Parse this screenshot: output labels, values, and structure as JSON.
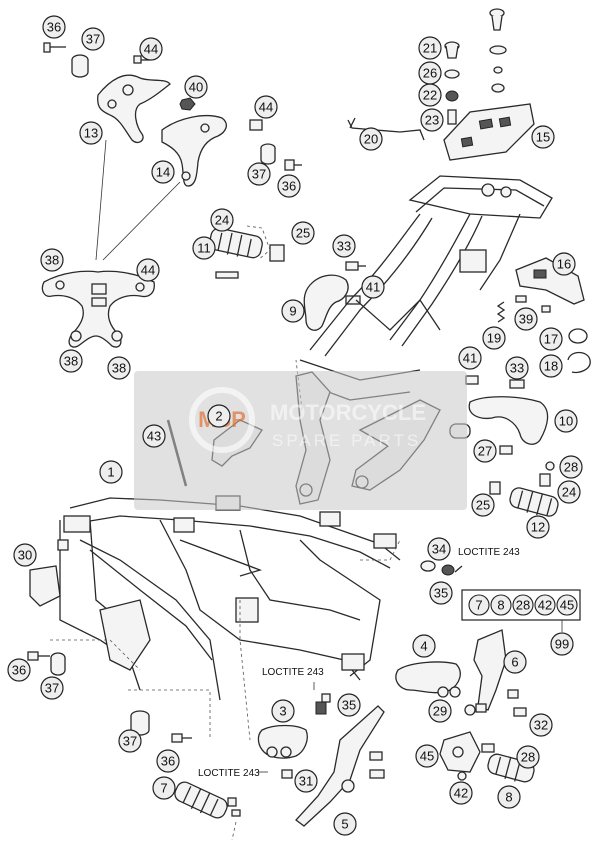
{
  "callouts": [
    {
      "id": "c36a",
      "label": "36"
    },
    {
      "id": "c37a",
      "label": "37"
    },
    {
      "id": "c44a",
      "label": "44"
    },
    {
      "id": "c40",
      "label": "40"
    },
    {
      "id": "c13",
      "label": "13"
    },
    {
      "id": "c44b",
      "label": "44"
    },
    {
      "id": "c14",
      "label": "14"
    },
    {
      "id": "c37b",
      "label": "37"
    },
    {
      "id": "c36b",
      "label": "36"
    },
    {
      "id": "c38a",
      "label": "38"
    },
    {
      "id": "c44c",
      "label": "44"
    },
    {
      "id": "c38b",
      "label": "38"
    },
    {
      "id": "c38c",
      "label": "38"
    },
    {
      "id": "c24a",
      "label": "24"
    },
    {
      "id": "c11",
      "label": "11"
    },
    {
      "id": "c25a",
      "label": "25"
    },
    {
      "id": "c33a",
      "label": "33"
    },
    {
      "id": "c41a",
      "label": "41"
    },
    {
      "id": "c9",
      "label": "9"
    },
    {
      "id": "c20",
      "label": "20"
    },
    {
      "id": "c21",
      "label": "21"
    },
    {
      "id": "c26",
      "label": "26"
    },
    {
      "id": "c22",
      "label": "22"
    },
    {
      "id": "c23",
      "label": "23"
    },
    {
      "id": "c15",
      "label": "15"
    },
    {
      "id": "c16",
      "label": "16"
    },
    {
      "id": "c39",
      "label": "39"
    },
    {
      "id": "c19",
      "label": "19"
    },
    {
      "id": "c17",
      "label": "17"
    },
    {
      "id": "c18",
      "label": "18"
    },
    {
      "id": "c41b",
      "label": "41"
    },
    {
      "id": "c33b",
      "label": "33"
    },
    {
      "id": "c10",
      "label": "10"
    },
    {
      "id": "c2",
      "label": "2"
    },
    {
      "id": "c43",
      "label": "43"
    },
    {
      "id": "c27",
      "label": "27"
    },
    {
      "id": "c28a",
      "label": "28"
    },
    {
      "id": "c24b",
      "label": "24"
    },
    {
      "id": "c25b",
      "label": "25"
    },
    {
      "id": "c12",
      "label": "12"
    },
    {
      "id": "c1",
      "label": "1"
    },
    {
      "id": "c30",
      "label": "30"
    },
    {
      "id": "c34",
      "label": "34"
    },
    {
      "id": "c35a",
      "label": "35"
    },
    {
      "id": "c36c",
      "label": "36"
    },
    {
      "id": "c37c",
      "label": "37"
    },
    {
      "id": "c4",
      "label": "4"
    },
    {
      "id": "c6",
      "label": "6"
    },
    {
      "id": "c29",
      "label": "29"
    },
    {
      "id": "c32",
      "label": "32"
    },
    {
      "id": "c3",
      "label": "3"
    },
    {
      "id": "c35b",
      "label": "35"
    },
    {
      "id": "c37d",
      "label": "37"
    },
    {
      "id": "c36d",
      "label": "36"
    },
    {
      "id": "c31",
      "label": "31"
    },
    {
      "id": "c45",
      "label": "45"
    },
    {
      "id": "c28b",
      "label": "28"
    },
    {
      "id": "c7",
      "label": "7"
    },
    {
      "id": "c42",
      "label": "42"
    },
    {
      "id": "c8",
      "label": "8"
    },
    {
      "id": "c5",
      "label": "5"
    },
    {
      "id": "c99",
      "label": "99"
    }
  ],
  "notes": {
    "loctite_1": "LOCTITE 243",
    "loctite_2": "LOCTITE 243",
    "loctite_3": "LOCTITE 243"
  },
  "kit": {
    "items": [
      "7",
      "8",
      "28",
      "42",
      "45"
    ],
    "total": "99"
  },
  "watermark": {
    "logo": "MSP",
    "line1": "MOTORCYCLE",
    "line2": "SPARE PARTS",
    "band_color": "#c8c8c8",
    "logo_color": "#e06a2a"
  }
}
